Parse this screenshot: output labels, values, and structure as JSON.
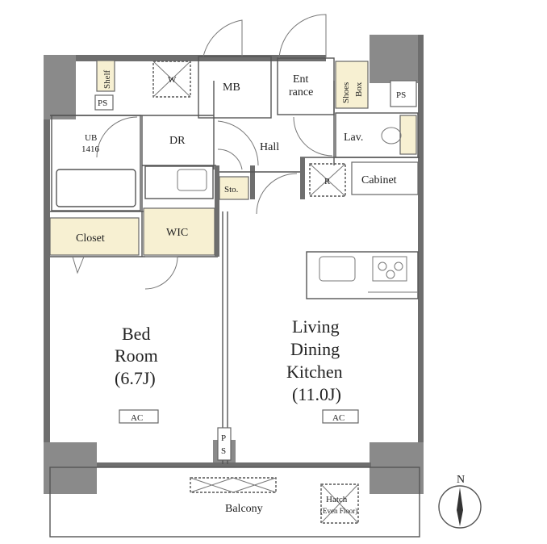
{
  "rooms": {
    "shelf": "Shelf",
    "ps_top_left": "PS",
    "washer": "W",
    "mb": "MB",
    "entrance_1": "Ent",
    "entrance_2": "rance",
    "shoes_1": "Shoes",
    "shoes_2": "Box",
    "ps_top_right": "PS",
    "ub_1": "UB",
    "ub_2": "1416",
    "dr": "DR",
    "hall": "Hall",
    "lav": "Lav.",
    "sto": "Sto.",
    "fridge": "R",
    "cabinet": "Cabinet",
    "closet": "Closet",
    "wic": "WIC",
    "bedroom_1": "Bed",
    "bedroom_2": "Room",
    "bedroom_3": "(6.7J)",
    "ldk_1": "Living",
    "ldk_2": "Dining",
    "ldk_3": "Kitchen",
    "ldk_4": "(11.0J)",
    "ac_bed": "AC",
    "ac_ldk": "AC",
    "ps_bottom_1": "P",
    "ps_bottom_2": "S",
    "balcony": "Balcony",
    "hatch_1": "Hatch",
    "hatch_2": "(Even Floor)"
  },
  "compass": {
    "north": "N",
    "icon": "north-arrow-icon"
  },
  "colors": {
    "storage_fill": "#f7f0d2",
    "wall": "#6e6e6e"
  }
}
